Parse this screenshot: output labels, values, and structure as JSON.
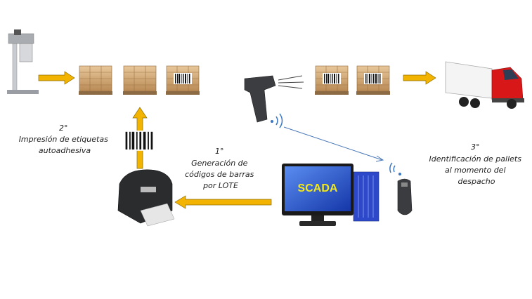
{
  "steps": [
    {
      "number": "1°",
      "lines": [
        "Generación de",
        "códigos de barras",
        "por LOTE"
      ]
    },
    {
      "number": "2°",
      "lines": [
        "Impresión de etiquetas",
        "autoadhesiva"
      ]
    },
    {
      "number": "3°",
      "lines": [
        "Identificación de pallets",
        "al momento del",
        "despacho"
      ]
    }
  ],
  "computer": {
    "screen_text": "SCADA"
  },
  "colors": {
    "arrow": "#f2b400",
    "arrow_outline": "#8a6a00",
    "link": "#4a78b8",
    "screen": "#1f4fc4",
    "truck_cab": "#d81818"
  }
}
